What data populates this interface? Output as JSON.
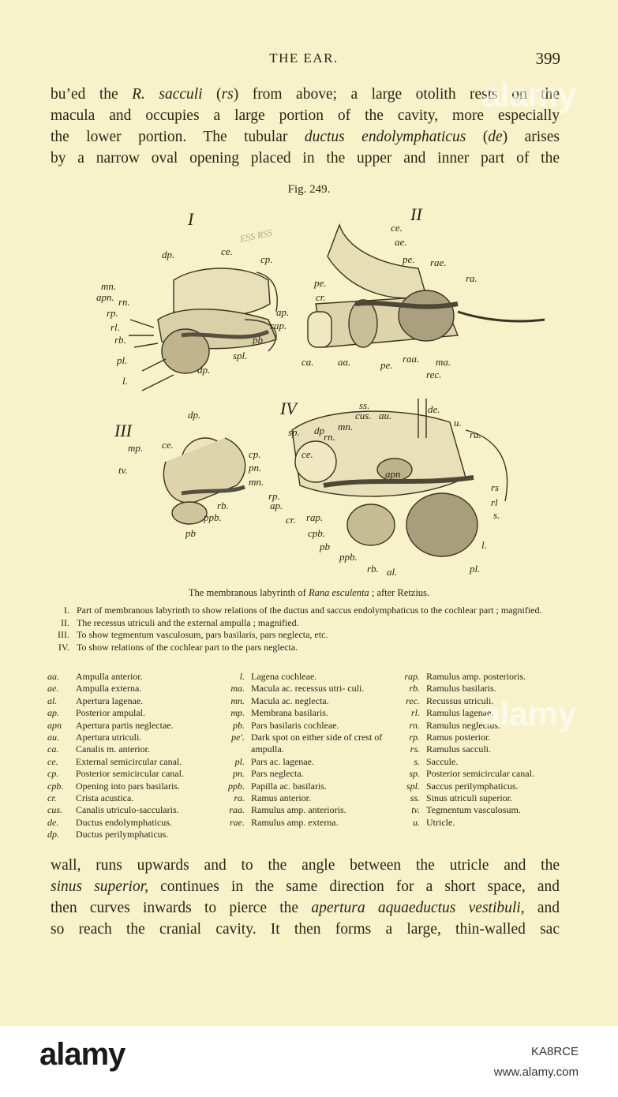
{
  "header": {
    "running_title": "THE EAR.",
    "page_number": "399"
  },
  "paragraph_top": {
    "lines": [
      [
        "bu’ed the ",
        {
          "i": "R. sacculi"
        },
        " (",
        {
          "i": "rs"
        },
        ") from above; a large otolith rests on the"
      ],
      [
        "macula and occupies a large portion of the cavity, more especially"
      ],
      [
        "the lower portion.  The tubular ",
        {
          "i": "ductus endolymphaticus"
        },
        " (",
        {
          "i": "de"
        },
        ") arises"
      ],
      [
        "by a narrow oval opening placed in the upper and inner part of the"
      ]
    ]
  },
  "figure": {
    "label": "Fig. 249.",
    "panel_numerals": [
      "I",
      "II",
      "III",
      "IV"
    ],
    "pencil_note": "ESS RSS",
    "panel_I_labels": [
      "dp.",
      "ce.",
      "cp.",
      "mn.",
      "apn.",
      "rn.",
      "rp.",
      "rl.",
      "rb.",
      "pl.",
      "l.",
      "ap.",
      "rap.",
      "pb.",
      "spl.",
      "dp."
    ],
    "panel_II_labels": [
      "ce.",
      "ae.",
      "pe.",
      "rae.",
      "ra.",
      "pe.",
      "cr.",
      "ca.",
      "aa.",
      "pe.",
      "raa.",
      "ma.",
      "rec."
    ],
    "panel_III_labels": [
      "dp.",
      "ce.",
      "mp.",
      "tv.",
      "cp.",
      "pn.",
      "mn.",
      "rp.",
      "rb.",
      "ppb.",
      "pb"
    ],
    "panel_IV_labels": [
      "ss.",
      "cus.",
      "au.",
      "de.",
      "u.",
      "sp.",
      "dp",
      "mn.",
      "rn.",
      "ra.",
      "ce.",
      "apn",
      "ap.",
      "cr.",
      "rap.",
      "cpb.",
      "pb",
      "ppb.",
      "rb.",
      "al.",
      "rs",
      "rl",
      "s.",
      "l.",
      "pl."
    ]
  },
  "caption": {
    "before": "The membranous labyrinth of ",
    "italic": "Rana esculenta",
    "after": " ; after Retzius."
  },
  "parts": [
    {
      "num": "I.",
      "text": "Part of membranous labyrinth to show relations of the ductus and saccus endolymphaticus to the cochlear part ; magnified."
    },
    {
      "num": "II.",
      "text": "The recessus utriculi and the external ampulla ; magnified."
    },
    {
      "num": "III.",
      "text": "To show tegmentum vasculosum, pars basilaris, pars neglecta, etc."
    },
    {
      "num": "IV.",
      "text": "To show relations of the cochlear part to the pars neglecta."
    }
  ],
  "legend": {
    "col1": [
      {
        "abbr": "aa.",
        "def": "Ampulla anterior."
      },
      {
        "abbr": "ae.",
        "def": "Ampulla externa."
      },
      {
        "abbr": "al.",
        "def": "Apertura lagenae."
      },
      {
        "abbr": "ap.",
        "def": "Posterior ampulal."
      },
      {
        "abbr": "apn",
        "def": "Apertura partis neglectae."
      },
      {
        "abbr": "au.",
        "def": "Apertura utriculi."
      },
      {
        "abbr": "ca.",
        "def": "Canalis m. anterior."
      },
      {
        "abbr": "ce.",
        "def": "External semicircular canal."
      },
      {
        "abbr": "cp.",
        "def": "Posterior semicircular canal."
      },
      {
        "abbr": "cpb.",
        "def": "Opening into pars basilaris."
      },
      {
        "abbr": "cr.",
        "def": "Crista acustica."
      },
      {
        "abbr": "cus.",
        "def": "Canalis utriculo-saccularis."
      },
      {
        "abbr": "de.",
        "def": "Ductus endolymphaticus."
      },
      {
        "abbr": "dp.",
        "def": "Ductus perilymphaticus."
      }
    ],
    "col2": [
      {
        "abbr": "l.",
        "def": "Lagena cochleae."
      },
      {
        "abbr": "ma.",
        "def": "Macula ac. recessus utri- culi."
      },
      {
        "abbr": "mn.",
        "def": "Macula ac. neglecta."
      },
      {
        "abbr": "mp.",
        "def": "Membrana basilaris."
      },
      {
        "abbr": "pb.",
        "def": "Pars basilaris cochleae."
      },
      {
        "abbr": "pe'.",
        "def": "Dark spot on either side of crest of ampulla."
      },
      {
        "abbr": "pl.",
        "def": "Pars ac. lagenae."
      },
      {
        "abbr": "pn.",
        "def": "Pars neglecta."
      },
      {
        "abbr": "ppb.",
        "def": "Papilla ac. basilaris."
      },
      {
        "abbr": "ra.",
        "def": "Ramus anterior."
      },
      {
        "abbr": "raa.",
        "def": "Ramulus amp. anterioris."
      },
      {
        "abbr": "rae.",
        "def": "Ramulus amp. externa."
      }
    ],
    "col3": [
      {
        "abbr": "rap.",
        "def": "Ramulus amp. posterioris."
      },
      {
        "abbr": "rb.",
        "def": "Ramulus basilaris."
      },
      {
        "abbr": "rec.",
        "def": "Recussus utriculi."
      },
      {
        "abbr": "rl.",
        "def": "Ramulus lagenae."
      },
      {
        "abbr": "rn.",
        "def": "Ramulus neglectus."
      },
      {
        "abbr": "rp.",
        "def": "Ramus posterior."
      },
      {
        "abbr": "rs.",
        "def": "Ramulus sacculi."
      },
      {
        "abbr": "s.",
        "def": "Saccule."
      },
      {
        "abbr": "sp.",
        "def": "Posterior semicircular canal."
      },
      {
        "abbr": "spl.",
        "def": "Saccus perilymphaticus."
      },
      {
        "abbr": "ss.",
        "def": "Sinus utriculi superior."
      },
      {
        "abbr": "tv.",
        "def": "Tegmentum vasculosum."
      },
      {
        "abbr": "u.",
        "def": "Utricle."
      }
    ]
  },
  "paragraph_bottom": {
    "lines": [
      [
        "wall, runs upwards and to the angle between the utricle and the"
      ],
      [
        {
          "i": "sinus superior,"
        },
        " continues in the same direction for a short space, and"
      ],
      [
        "then curves inwards to pierce the ",
        {
          "i": "apertura aquaeductus vestibuli,"
        },
        " and"
      ],
      [
        "so reach the cranial cavity.  It then forms a large, thin-walled sac"
      ]
    ]
  },
  "footer": {
    "brand": "alamy",
    "image_id": "KA8RCE",
    "url": "www.alamy.com"
  },
  "watermarks": [
    "alamy",
    "alamy"
  ]
}
